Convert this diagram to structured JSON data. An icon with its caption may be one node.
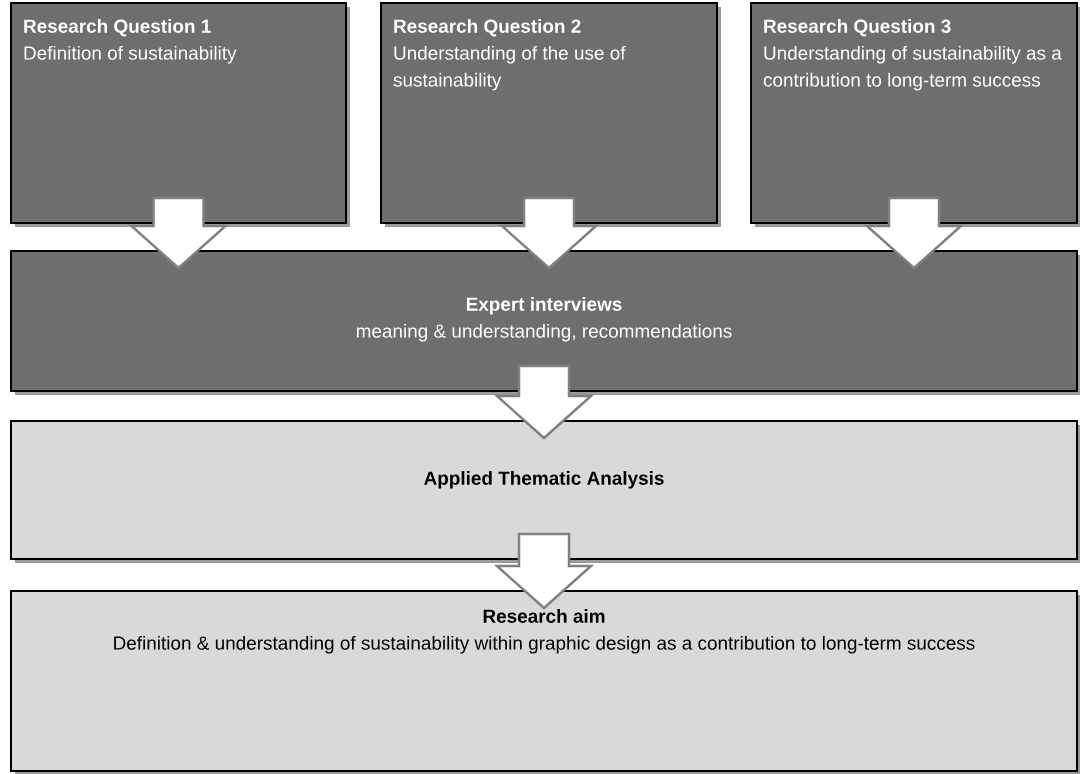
{
  "diagram": {
    "nodes": [
      {
        "text": [
          "Research Question 1",
          "Definition of sustainability"
        ]
      },
      {
        "text": [
          "Research Question 2",
          "Understanding of the use of sustainability"
        ]
      },
      {
        "text": [
          "Research Question 3",
          "Understanding of sustainability as a contribution to long-term success"
        ]
      },
      {
        "text": [
          "Expert interviews",
          "meaning & understanding, recommendations"
        ]
      },
      {
        "text": [
          "Applied Thematic Analysis"
        ]
      },
      {
        "text": [
          "Research aim",
          "Definition & understanding of sustainability within graphic design as a contribution to long-term success"
        ]
      }
    ],
    "edges": [
      {
        "from": 0,
        "to": 3,
        "arrow": "to"
      },
      {
        "from": 1,
        "to": 3,
        "arrow": "to"
      },
      {
        "from": 2,
        "to": 3,
        "arrow": "to"
      },
      {
        "from": 3,
        "to": 4,
        "arrow": "to"
      },
      {
        "from": 4,
        "to": 5,
        "arrow": "to"
      }
    ]
  }
}
